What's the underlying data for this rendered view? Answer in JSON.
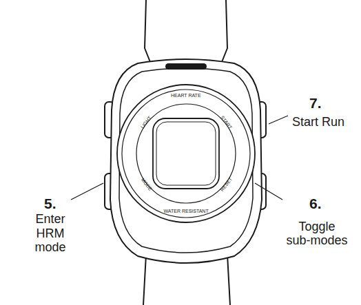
{
  "diagram": {
    "labels": [
      "HEART RATE",
      "LIGHT",
      "START",
      "MODE",
      "RESET",
      "WATER RESISTANT",
      "5.",
      "Enter HRM mode",
      "6.",
      "Toggle sub-modes",
      "7.",
      "Start Run"
    ]
  }
}
